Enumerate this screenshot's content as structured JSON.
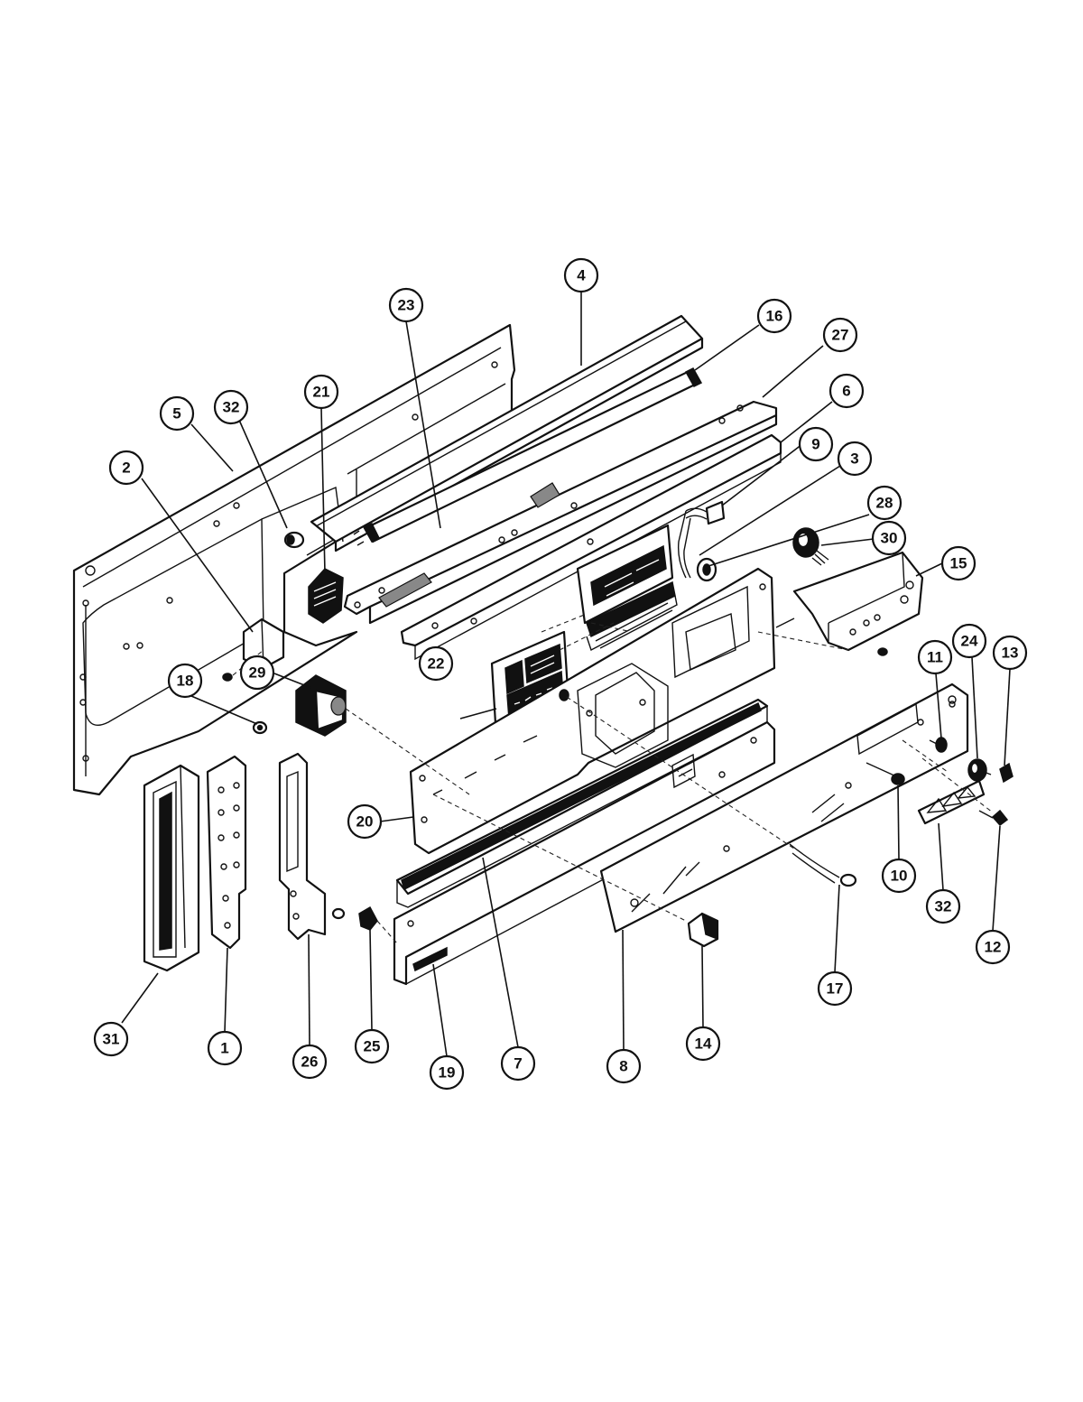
{
  "callouts": [
    {
      "id": "c4",
      "label": "4"
    },
    {
      "id": "c23",
      "label": "23"
    },
    {
      "id": "c16",
      "label": "16"
    },
    {
      "id": "c27",
      "label": "27"
    },
    {
      "id": "c6",
      "label": "6"
    },
    {
      "id": "c21",
      "label": "21"
    },
    {
      "id": "c5",
      "label": "5"
    },
    {
      "id": "c32a",
      "label": "32"
    },
    {
      "id": "c9",
      "label": "9"
    },
    {
      "id": "c3",
      "label": "3"
    },
    {
      "id": "c2",
      "label": "2"
    },
    {
      "id": "c28",
      "label": "28"
    },
    {
      "id": "c30",
      "label": "30"
    },
    {
      "id": "c15",
      "label": "15"
    },
    {
      "id": "c29",
      "label": "29"
    },
    {
      "id": "c22",
      "label": "22"
    },
    {
      "id": "c11",
      "label": "11"
    },
    {
      "id": "c24",
      "label": "24"
    },
    {
      "id": "c13",
      "label": "13"
    },
    {
      "id": "c18",
      "label": "18"
    },
    {
      "id": "c20",
      "label": "20"
    },
    {
      "id": "c10",
      "label": "10"
    },
    {
      "id": "c32b",
      "label": "32"
    },
    {
      "id": "c17",
      "label": "17"
    },
    {
      "id": "c12",
      "label": "12"
    },
    {
      "id": "c31",
      "label": "31"
    },
    {
      "id": "c1",
      "label": "1"
    },
    {
      "id": "c26",
      "label": "26"
    },
    {
      "id": "c25",
      "label": "25"
    },
    {
      "id": "c19",
      "label": "19"
    },
    {
      "id": "c7",
      "label": "7"
    },
    {
      "id": "c8",
      "label": "8"
    },
    {
      "id": "c14",
      "label": "14"
    }
  ]
}
